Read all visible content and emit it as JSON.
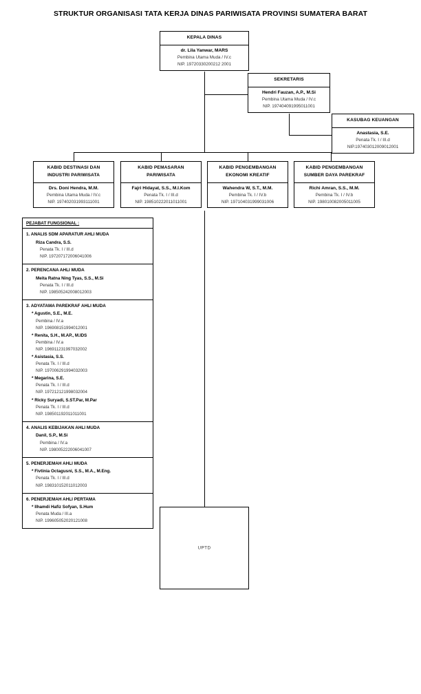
{
  "title": "STRUKTUR ORGANISASI TATA KERJA DINAS PARIWISATA PROVINSI SUMATERA BARAT",
  "boxes": {
    "kepala_dinas": {
      "header": "KEPALA DINAS",
      "name": "dr. Lila Yanwar, MARS",
      "rank": "Pembina Utama Muda / IV.c",
      "nip": "NIP. 19720330200212 2001"
    },
    "sekretaris": {
      "header": "SEKRETARIS",
      "name": "Hendri Fauzan, A.P., M.Si",
      "rank": "Pembina Utama Muda / IV.c",
      "nip": "NIP. 197404091995011001"
    },
    "kasubag_keuangan": {
      "header": "KASUBAG KEUANGAN",
      "name": "Anastasia, S.E.",
      "rank": "Penata Tk. I / III.d",
      "nip": "NIP.197403012009012001"
    },
    "kabid1": {
      "header_line1": "KABID DESTINASI DAN",
      "header_line2": "INDUSTRI PARIWISATA",
      "name": "Drs. Doni Hendra, M.M.",
      "rank": "Pembina Utama Muda / IV.c",
      "nip": "NIP. 197402031993111001"
    },
    "kabid2": {
      "header_line1": "KABID PEMASARAN",
      "header_line2": "PARIWISATA",
      "name": "Fajri Hidayat, S.S., M.I.Kom",
      "rank": "Penata Tk. I / III.d",
      "nip": "NIP. 198510222011011001"
    },
    "kabid3": {
      "header_line1": "KABID PENGEMBANGAN",
      "header_line2": "EKONOMI KREATIF",
      "name": "Wahendra W, S.T., M.M.",
      "rank": "Pembina Tk. I / IV.b",
      "nip": "NIP. 197104031999031006"
    },
    "kabid4": {
      "header_line1": "KABID PENGEMBANGAN",
      "header_line2": "SUMBER DAYA PAREKRAF",
      "name": "Richi Amran, S.S., M.M.",
      "rank": "Pembina Tk. I / IV.b",
      "nip": "NIP. 198010082005011005"
    },
    "uptd": {
      "label": "UPTD"
    }
  },
  "functional_panel": {
    "title": "PEJABAT FUNGSIONAL :",
    "groups": [
      {
        "heading": "1. ANALIS SDM APARATUR AHLI MUDA",
        "style": "indent",
        "people": [
          {
            "name": "Riza Candra, S.S.",
            "rank": "Penata Tk. I / III.d",
            "nip": "NIP. 197207172006041006"
          }
        ]
      },
      {
        "heading": "2. PERENCANA AHLI MUDA",
        "style": "indent",
        "people": [
          {
            "name": "Meita Ratna Ning Tyas, S.S., M.Si",
            "rank": "Penata Tk. I / III.d",
            "nip": "NIP. 198505242008012003"
          }
        ]
      },
      {
        "heading": "3. ADYATAMA PAREKRAF AHLI MUDA",
        "style": "star",
        "people": [
          {
            "name": "Agustin, S.E., M.E.",
            "rank": "Pembina / IV.a",
            "nip": "NIP. 196908151994012001"
          },
          {
            "name": "Renita, S.H., M.AP., M.IDS",
            "rank": "Pembina / IV.a",
            "nip": "NIP. 196911231997032002"
          },
          {
            "name": "Asistasia, S.S.",
            "rank": "Penata Tk. I / III.d",
            "nip": "NIP. 197006291994032003"
          },
          {
            "name": "Megarina, S.E.",
            "rank": "Penata Tk. I / III.d",
            "nip": "NIP. 197212121998032004"
          },
          {
            "name": "Ricky Suryadi, S.ST.Par, M.Par",
            "rank": "Penata Tk. I / III.d",
            "nip": "NIP. 198501192011011001"
          }
        ]
      },
      {
        "heading": "4. ANALIS KEBIJAKAN AHLI MUDA",
        "style": "indent",
        "people": [
          {
            "name": "Danil, S.P., M.Si",
            "rank": "Pembina / IV.a",
            "nip": "NIP. 198005222006041007"
          }
        ]
      },
      {
        "heading": "5. PENERJEMAH AHLI MUDA",
        "style": "star",
        "people": [
          {
            "name": "Fivtinia Octagusni, S.S., M.A., M.Eng.",
            "rank": "Penata Tk. I / III.d",
            "nip": "NIP. 198310152011012003"
          }
        ]
      },
      {
        "heading": "6. PENERJEMAH AHLI PERTAMA",
        "style": "star",
        "people": [
          {
            "name": "Ilhamdi Hafiz Sofyan, S.Hum",
            "rank": "Penata Muda / III.a",
            "nip": "NIP. 199605052020121008"
          }
        ]
      }
    ]
  }
}
